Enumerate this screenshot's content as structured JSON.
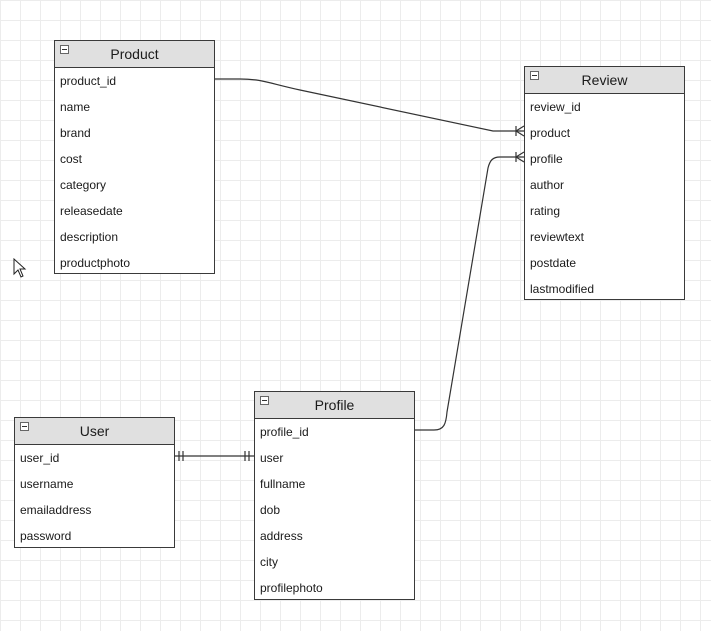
{
  "diagram": {
    "entities": [
      {
        "id": "product",
        "title": "Product",
        "fields": [
          "product_id",
          "name",
          "brand",
          "cost",
          "category",
          "releasedate",
          "description",
          "productphoto"
        ]
      },
      {
        "id": "review",
        "title": "Review",
        "fields": [
          "review_id",
          "product",
          "profile",
          "author",
          "rating",
          "reviewtext",
          "postdate",
          "lastmodified"
        ]
      },
      {
        "id": "user",
        "title": "User",
        "fields": [
          "user_id",
          "username",
          "emailaddress",
          "password"
        ]
      },
      {
        "id": "profile",
        "title": "Profile",
        "fields": [
          "profile_id",
          "user",
          "fullname",
          "dob",
          "address",
          "city",
          "profilephoto"
        ]
      }
    ],
    "relationships": [
      {
        "from": "product.product_id",
        "to": "review.product",
        "from_end": "one",
        "to_end": "many"
      },
      {
        "from": "profile.profile_id",
        "to": "review.profile",
        "from_end": "one",
        "to_end": "many"
      },
      {
        "from": "user.user_id",
        "to": "profile.user",
        "from_end": "one-and-only-one",
        "to_end": "one-and-only-one"
      }
    ],
    "colors": {
      "header": "#e0e0e0",
      "border": "#3a3a3a",
      "grid": "#ececec",
      "line": "#333333"
    }
  }
}
